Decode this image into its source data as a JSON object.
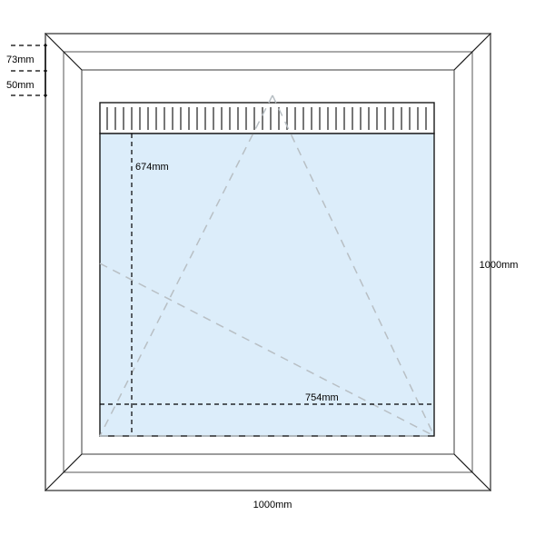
{
  "drawing": {
    "type": "window-elevation-technical-drawing",
    "title": "",
    "dimensions": {
      "overall_width": "1000mm",
      "overall_height": "1000mm",
      "sash_glass_width": "754mm",
      "sash_glass_height": "674mm",
      "frame_depth_outer": "73mm",
      "frame_depth_inner": "50mm"
    },
    "labels": {
      "top_left_outer": "73mm",
      "top_left_inner": "50mm",
      "glass_height": "674mm",
      "glass_width": "754mm",
      "right_height": "1000mm",
      "bottom_width": "1000mm"
    },
    "components": {
      "ventilation_grille": {
        "name": "ventilation-grille",
        "bar_count": 41,
        "visible": true
      },
      "glass_pane": {
        "name": "glass-pane",
        "fill": "#dcedfa"
      },
      "opening_indicator": {
        "name": "tilt-turn-opening-indicator",
        "style": "dashed",
        "color": "#b8bfc4"
      }
    },
    "colors": {
      "glass": "#dcedfa",
      "frame_outline": "#7f7f7f",
      "frame_inner_outline": "#1a1a1a",
      "dimension_line": "#000000",
      "opening_line": "#b8bfc4",
      "grille_bar": "#555555",
      "background": "#ffffff"
    }
  }
}
